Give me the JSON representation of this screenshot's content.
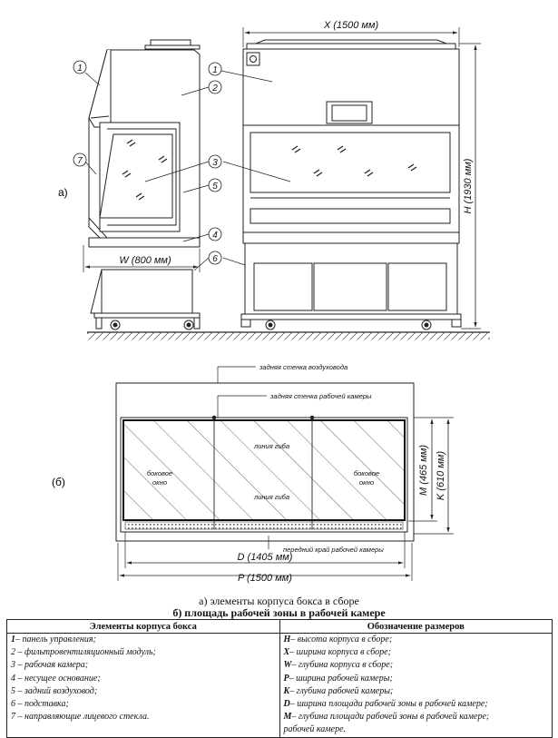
{
  "figure_a": {
    "panel_label": "а)",
    "callouts": [
      "1",
      "2",
      "3",
      "4",
      "5",
      "6",
      "7"
    ],
    "dims": {
      "x": "X (1500 мм)",
      "h": "H (1930 мм)",
      "w": "W (800 мм)"
    }
  },
  "figure_b": {
    "panel_label": "(б)",
    "labels": {
      "rear_duct": "задняя стенка воздуховода",
      "rear_chamber": "задняя стенка рабочей камеры",
      "bend_top": "линия гиба",
      "bend_bottom": "линия гиба",
      "side_left_1": "боковое",
      "side_left_2": "окно",
      "side_right_1": "боковое",
      "side_right_2": "окно",
      "front_edge": "передний край рабочей камеры"
    },
    "dims": {
      "d": "D (1405 мм)",
      "p": "P (1500 мм)",
      "m": "M (465 мм)",
      "k": "K (610 мм)"
    }
  },
  "captions": {
    "a": "а) элементы корпуса бокса в сборе",
    "b": "б) площадь рабочей зоны в рабочей камере"
  },
  "legend": {
    "headers": [
      "Элементы корпуса бокса",
      "Обозначение размеров"
    ],
    "elements": [
      {
        "key": "1",
        "text": "– панель управления;"
      },
      {
        "key": "",
        "text": "2 – фильтровентиляционный модуль;"
      },
      {
        "key": "",
        "text": "3 – рабочая камера;"
      },
      {
        "key": "",
        "text": "4 – несущее основание;"
      },
      {
        "key": "",
        "text": "5 – задний воздуховод;"
      },
      {
        "key": "",
        "text": "6 – подставка;"
      },
      {
        "key": "",
        "text": "7 – направляющие лицевого стекла."
      }
    ],
    "dimensions": [
      {
        "key": "H",
        "text": "– высота корпуса в сборе;"
      },
      {
        "key": "X",
        "text": "– ширина корпуса в сборе;"
      },
      {
        "key": "W",
        "text": "– глубина корпуса в сборе;"
      },
      {
        "key": "P",
        "text": "– ширина рабочей камеры;"
      },
      {
        "key": "K",
        "text": "– глубина рабочей камеры;"
      },
      {
        "key": "D",
        "text": "– ширина площади рабочей зоны в рабочей камере;"
      },
      {
        "key": "M",
        "text": "– глубина площади рабочей зоны в рабочей камере;"
      },
      {
        "key": "",
        "text": "рабочей камере."
      }
    ]
  }
}
